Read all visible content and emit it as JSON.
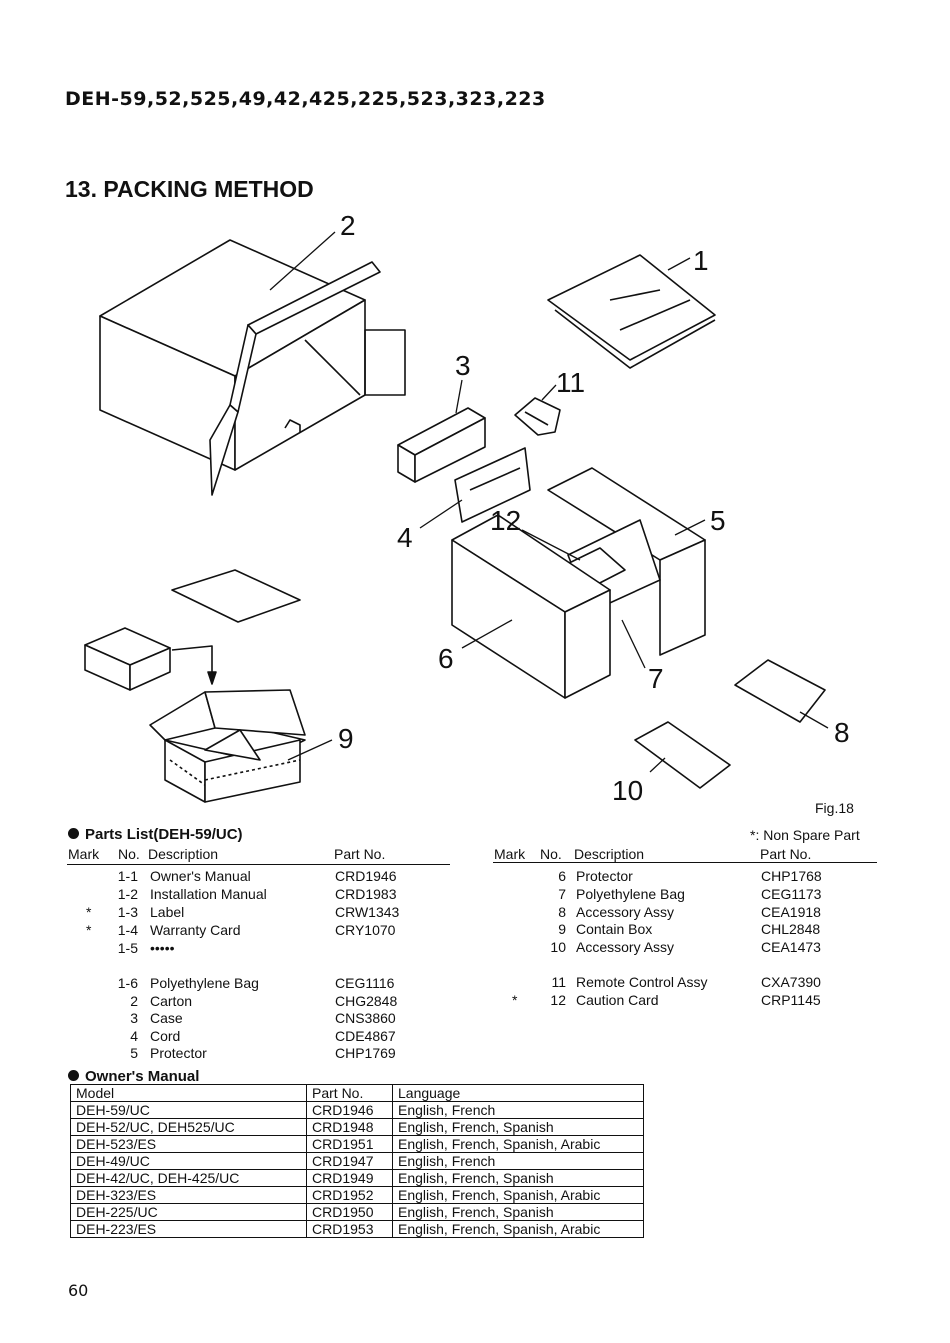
{
  "document": {
    "model_header": "DEH-59,52,525,49,42,425,225,523,323,223",
    "section_title": "13. PACKING METHOD",
    "figure_label": "Fig.18",
    "page_number": "60"
  },
  "callouts": [
    "1",
    "2",
    "3",
    "4",
    "5",
    "6",
    "7",
    "8",
    "9",
    "10",
    "11",
    "12"
  ],
  "parts_list": {
    "heading": "Parts List(DEH-59/UC)",
    "note": "*: Non Spare Part",
    "columns": {
      "mark": "Mark",
      "no": "No.",
      "description": "Description",
      "part_no": "Part No."
    },
    "left_rows": [
      {
        "mark": "",
        "no": "1-1",
        "description": "Owner's Manual",
        "part_no": "CRD1946"
      },
      {
        "mark": "",
        "no": "1-2",
        "description": "Installation Manual",
        "part_no": "CRD1983"
      },
      {
        "mark": "*",
        "no": "1-3",
        "description": "Label",
        "part_no": "CRW1343"
      },
      {
        "mark": "*",
        "no": "1-4",
        "description": "Warranty Card",
        "part_no": "CRY1070"
      },
      {
        "mark": "",
        "no": "1-5",
        "description": "•••••",
        "part_no": ""
      },
      {
        "mark": "",
        "no": "1-6",
        "description": "Polyethylene Bag",
        "part_no": "CEG1116"
      },
      {
        "mark": "",
        "no": "2",
        "description": "Carton",
        "part_no": "CHG2848"
      },
      {
        "mark": "",
        "no": "3",
        "description": "Case",
        "part_no": "CNS3860"
      },
      {
        "mark": "",
        "no": "4",
        "description": "Cord",
        "part_no": "CDE4867"
      },
      {
        "mark": "",
        "no": "5",
        "description": "Protector",
        "part_no": "CHP1769"
      }
    ],
    "right_rows": [
      {
        "mark": "",
        "no": "6",
        "description": "Protector",
        "part_no": "CHP1768"
      },
      {
        "mark": "",
        "no": "7",
        "description": "Polyethylene Bag",
        "part_no": "CEG1173"
      },
      {
        "mark": "",
        "no": "8",
        "description": "Accessory Assy",
        "part_no": "CEA1918"
      },
      {
        "mark": "",
        "no": "9",
        "description": "Contain Box",
        "part_no": "CHL2848"
      },
      {
        "mark": "",
        "no": "10",
        "description": "Accessory Assy",
        "part_no": "CEA1473"
      },
      {
        "mark": "",
        "no": "11",
        "description": "Remote Control Assy",
        "part_no": "CXA7390"
      },
      {
        "mark": "*",
        "no": "12",
        "description": "Caution Card",
        "part_no": "CRP1145"
      }
    ]
  },
  "owners_manual": {
    "heading": "Owner's Manual",
    "columns": [
      "Model",
      "Part No.",
      "Language"
    ],
    "rows": [
      [
        "DEH-59/UC",
        "CRD1946",
        "English, French"
      ],
      [
        "DEH-52/UC, DEH525/UC",
        "CRD1948",
        "English, French, Spanish"
      ],
      [
        "DEH-523/ES",
        "CRD1951",
        "English, French, Spanish, Arabic"
      ],
      [
        "DEH-49/UC",
        "CRD1947",
        "English, French"
      ],
      [
        "DEH-42/UC, DEH-425/UC",
        "CRD1949",
        "English, French, Spanish"
      ],
      [
        "DEH-323/ES",
        "CRD1952",
        "English, French, Spanish, Arabic"
      ],
      [
        "DEH-225/UC",
        "CRD1950",
        "English, French, Spanish"
      ],
      [
        "DEH-223/ES",
        "CRD1953",
        "English, French, Spanish, Arabic"
      ]
    ]
  }
}
